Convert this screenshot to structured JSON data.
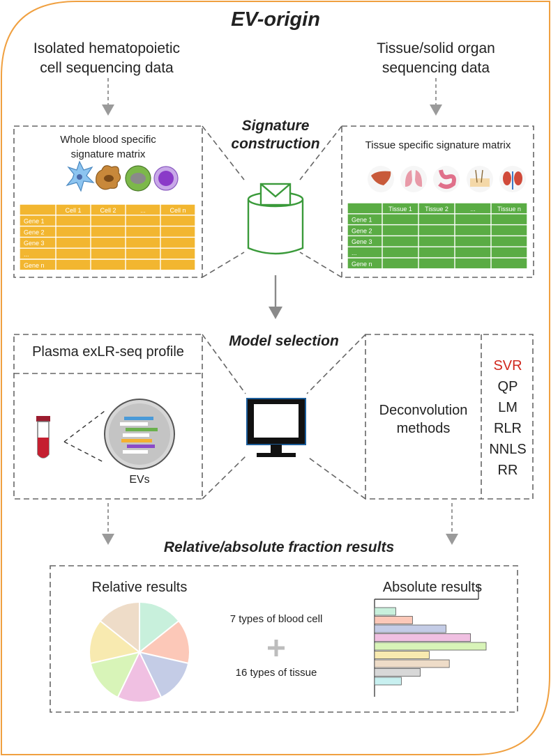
{
  "title": "EV-origin",
  "sources": {
    "left": [
      "Isolated hematopoietic",
      "cell sequencing data"
    ],
    "right": [
      "Tissue/solid organ",
      "sequencing data"
    ]
  },
  "signature": {
    "heading": [
      "Signature",
      "construction"
    ],
    "blood_matrix": {
      "title": [
        "Whole blood specific",
        "signature matrix"
      ],
      "col_headers": [
        "Cell 1",
        "Cell 2",
        "...",
        "Cell n"
      ],
      "row_headers": [
        "Gene 1",
        "Gene 2",
        "Gene 3",
        "...",
        "Gene n"
      ],
      "color": "#f2b630",
      "icons": [
        "dendritic-cell-icon",
        "macrophage-icon",
        "neutrophil-icon",
        "lymphocyte-icon"
      ]
    },
    "tissue_matrix": {
      "title": "Tissue specific signature matrix",
      "col_headers": [
        "Tissue 1",
        "Tissue 2",
        "...",
        "Tissue n"
      ],
      "row_headers": [
        "Gene 1",
        "Gene 2",
        "Gene 3",
        "...",
        "Gene n"
      ],
      "color": "#5aac44",
      "icons": [
        "liver-icon",
        "lung-icon",
        "stomach-icon",
        "skin-icon",
        "kidney-icon"
      ]
    }
  },
  "model": {
    "heading": "Model selection",
    "plasma_label": "Plasma exLR-seq profile",
    "evs_label": "EVs",
    "deconv_label": [
      "Deconvolution",
      "methods"
    ],
    "methods": [
      "SVR",
      "QP",
      "LM",
      "RLR",
      "NNLS",
      "RR"
    ],
    "highlight_color": "#d0271d"
  },
  "results": {
    "heading": "Relative/absolute fraction results",
    "relative_label": "Relative results",
    "absolute_label": "Absolute results",
    "blood_types": "7 types of blood cell",
    "plus": "+",
    "tissue_types": "16 types of tissue",
    "pie_colors": [
      "#c8f0dc",
      "#fcc8b8",
      "#c4cce6",
      "#f0c0e2",
      "#d8f4b8",
      "#f8eab0",
      "#eedcc8"
    ],
    "bar_colors": [
      "#c8f0dc",
      "#fcc8b8",
      "#c4cce6",
      "#f0c0e2",
      "#d8f4b8",
      "#f8eab0",
      "#eedcc8",
      "#d8d8d8",
      "#c8f0f0"
    ],
    "bar_values": [
      0.19,
      0.34,
      0.64,
      0.86,
      1.0,
      0.49,
      0.67,
      0.41,
      0.24
    ]
  },
  "colors": {
    "frame": "#f0a040",
    "dashed": "#666666",
    "container": "#3a9a3a",
    "arrow": "#8a8a8a"
  }
}
